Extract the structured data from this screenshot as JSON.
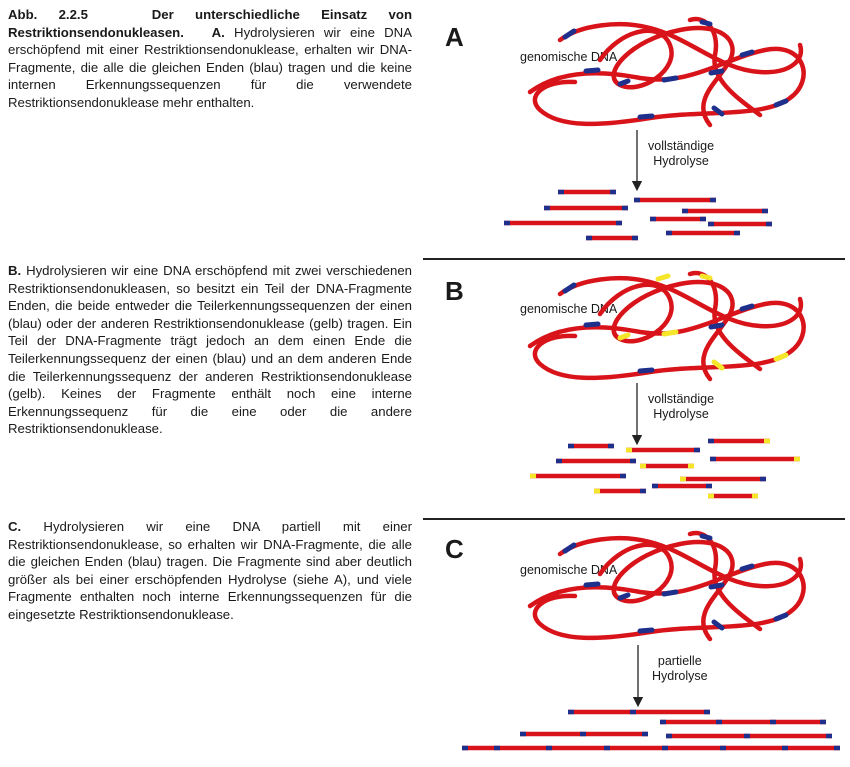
{
  "figure": {
    "title": "Abb. 2.2.5",
    "heading": "Der unterschiedliche Einsatz von Restriktionsendonukleasen."
  },
  "sections": [
    {
      "letter": "A",
      "label": "A.",
      "text": "Hydrolysieren wir eine DNA erschöpfend mit einer Restriktionsendonuklease, erhalten wir DNA-Fragmente, die alle die gleichen Enden (blau) tragen und die keine internen Erkennungssequenzen für die verwendete Restriktionsendonuklease mehr enthalten.",
      "dna_label": "genomische DNA",
      "arrow_label_1": "vollständige",
      "arrow_label_2": "Hydrolyse"
    },
    {
      "letter": "B",
      "label": "B.",
      "text": "Hydrolysieren wir eine DNA erschöpfend mit zwei verschiedenen Restriktionsendonukleasen, so besitzt ein Teil der DNA-Fragmente Enden, die beide entweder die Teilerkennungssequenzen der einen (blau) oder der anderen Restriktionsendonuklease (gelb) tragen. Ein Teil der DNA-Fragmente trägt jedoch an dem einen Ende die Teilerkennungssequenz der einen (blau) und an dem anderen Ende die Teilerkennungssequenz der anderen Restriktionsendonuklease (gelb). Keines der Fragmente enthält noch eine interne Erkennungssequenz für die eine oder die andere Restriktionsendonuklease.",
      "dna_label": "genomische DNA",
      "arrow_label_1": "vollständige",
      "arrow_label_2": "Hydrolyse"
    },
    {
      "letter": "C",
      "label": "C.",
      "text": "Hydrolysieren wir eine DNA partiell mit einer Restriktionsendonuklease, so erhalten wir DNA-Fragmente, die alle die gleichen Enden (blau) tragen. Die Fragmente sind aber deutlich größer als bei einer erschöpfenden Hydrolyse (siehe A), und viele Fragmente enthalten noch interne Erkennungssequenzen für die eingesetzte Restriktionsendonuklease.",
      "dna_label": "genomische DNA",
      "arrow_label_1": "partielle",
      "arrow_label_2": "Hydrolyse"
    }
  ],
  "colors": {
    "dna": "#d8141a",
    "site_blue": "#1e2f8c",
    "site_yellow": "#f5e62a",
    "text": "#1a1a1a"
  }
}
